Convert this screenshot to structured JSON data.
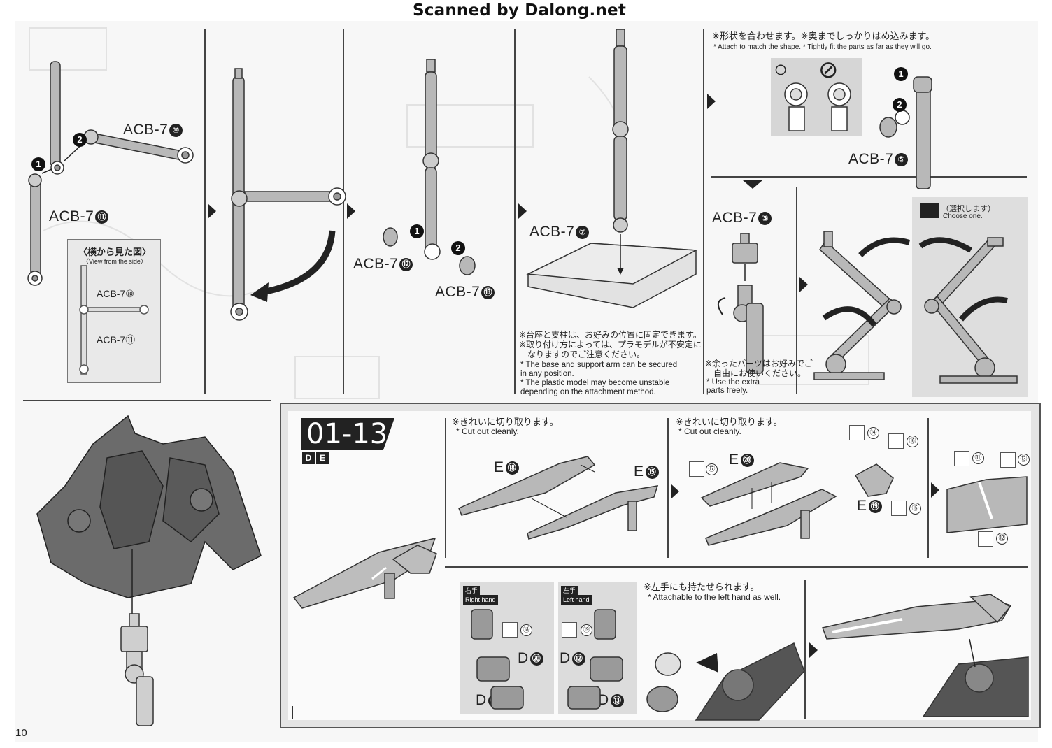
{
  "header": {
    "scan_credit": "Scanned by Dalong.net"
  },
  "page_number": "10",
  "stand_steps": {
    "step1": {
      "part_a": "ACB-7",
      "part_a_num": "⑩",
      "part_b": "ACB-7",
      "part_b_num": "⑪",
      "order_1": "1",
      "order_2": "2",
      "side_view": {
        "title": "〈横から見た図〉",
        "subtitle": "〈View from the side〉",
        "label_top": "ACB-7⑩",
        "label_bottom": "ACB-7⑪"
      }
    },
    "step3": {
      "part_a": "ACB-7",
      "part_a_num": "⑫",
      "part_b": "ACB-7",
      "part_b_num": "⑬",
      "order_1": "1",
      "order_2": "2"
    },
    "step4": {
      "part": "ACB-7",
      "part_num": "⑦",
      "notes_jp": [
        "※台座と支柱は、お好みの位置に固定できます。",
        "※取り付け方によっては、プラモデルが不安定に",
        "　なりますのでご注意ください。"
      ],
      "notes_en": [
        "* The base and support arm can be secured",
        "  in any position.",
        "* The plastic model may become unstable",
        "  depending on the attachment method."
      ]
    },
    "step5": {
      "note_jp": "※形状を合わせます。※奥までしっかりはめ込みます。",
      "note_en": "* Attach to match the shape. * Tightly fit the parts as far as they will go.",
      "ok_symbol": "○",
      "ng_symbol": "⊘",
      "part": "ACB-7",
      "part_num": "⑤",
      "order_1": "1",
      "order_2": "2"
    },
    "step6": {
      "part": "ACB-7",
      "part_num": "③",
      "notes_jp": [
        "※余ったパーツはお好みでご",
        "　自由にお使いください。"
      ],
      "notes_en": [
        "* Use the extra",
        "  parts freely."
      ],
      "choose_jp": "（選択します）",
      "choose_en": "Choose one."
    }
  },
  "weapon_step": {
    "step_number": "01-13",
    "runners": [
      "D",
      "E"
    ],
    "sub1": {
      "note_jp": "※きれいに切り取ります。",
      "note_en": "* Cut out cleanly.",
      "part_a": "E",
      "part_a_num": "⑱",
      "part_b": "E",
      "part_b_num": "⑮"
    },
    "sub2": {
      "note_jp": "※きれいに切り取ります。",
      "note_en": "* Cut out cleanly.",
      "part_a": "E",
      "part_a_num": "⑳",
      "part_b": "E",
      "part_b_num": "⑲",
      "tags": [
        "⑰",
        "⑭",
        "⑯",
        "⑮"
      ]
    },
    "sub3": {
      "tags": [
        "⑪",
        "⑬",
        "⑫"
      ]
    },
    "hands": {
      "right": {
        "label_jp": "右手",
        "label_en": "Right hand",
        "tag": "⑱",
        "part_top": "D",
        "part_top_num": "⑳",
        "part_bottom": "D",
        "part_bottom_num": "㉑"
      },
      "left": {
        "label_jp": "左手",
        "label_en": "Left hand",
        "tag": "⑲",
        "part_top": "D",
        "part_top_num": "⑫",
        "part_bottom": "D",
        "part_bottom_num": "⑬"
      }
    },
    "sub4": {
      "note_jp": "※左手にも持たせられます。",
      "note_en": "* Attachable to the left hand as well."
    }
  }
}
